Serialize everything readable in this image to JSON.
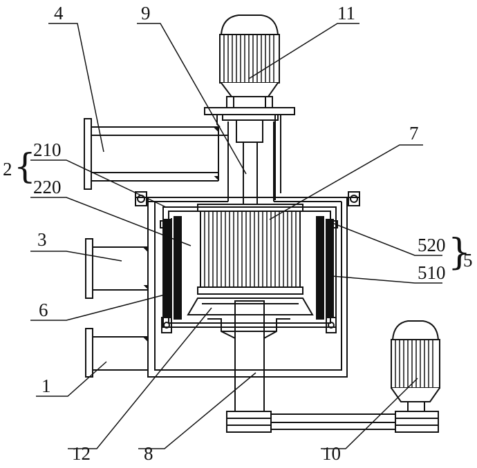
{
  "labels": {
    "l1": "1",
    "l2": "2",
    "l3": "3",
    "l4": "4",
    "l5": "5",
    "l6": "6",
    "l7": "7",
    "l8": "8",
    "l9": "9",
    "l10": "10",
    "l11": "11",
    "l12": "12",
    "l210": "210",
    "l220": "220",
    "l510": "510",
    "l520": "520"
  },
  "colors": {
    "stroke": "#111111",
    "background": "#ffffff"
  }
}
